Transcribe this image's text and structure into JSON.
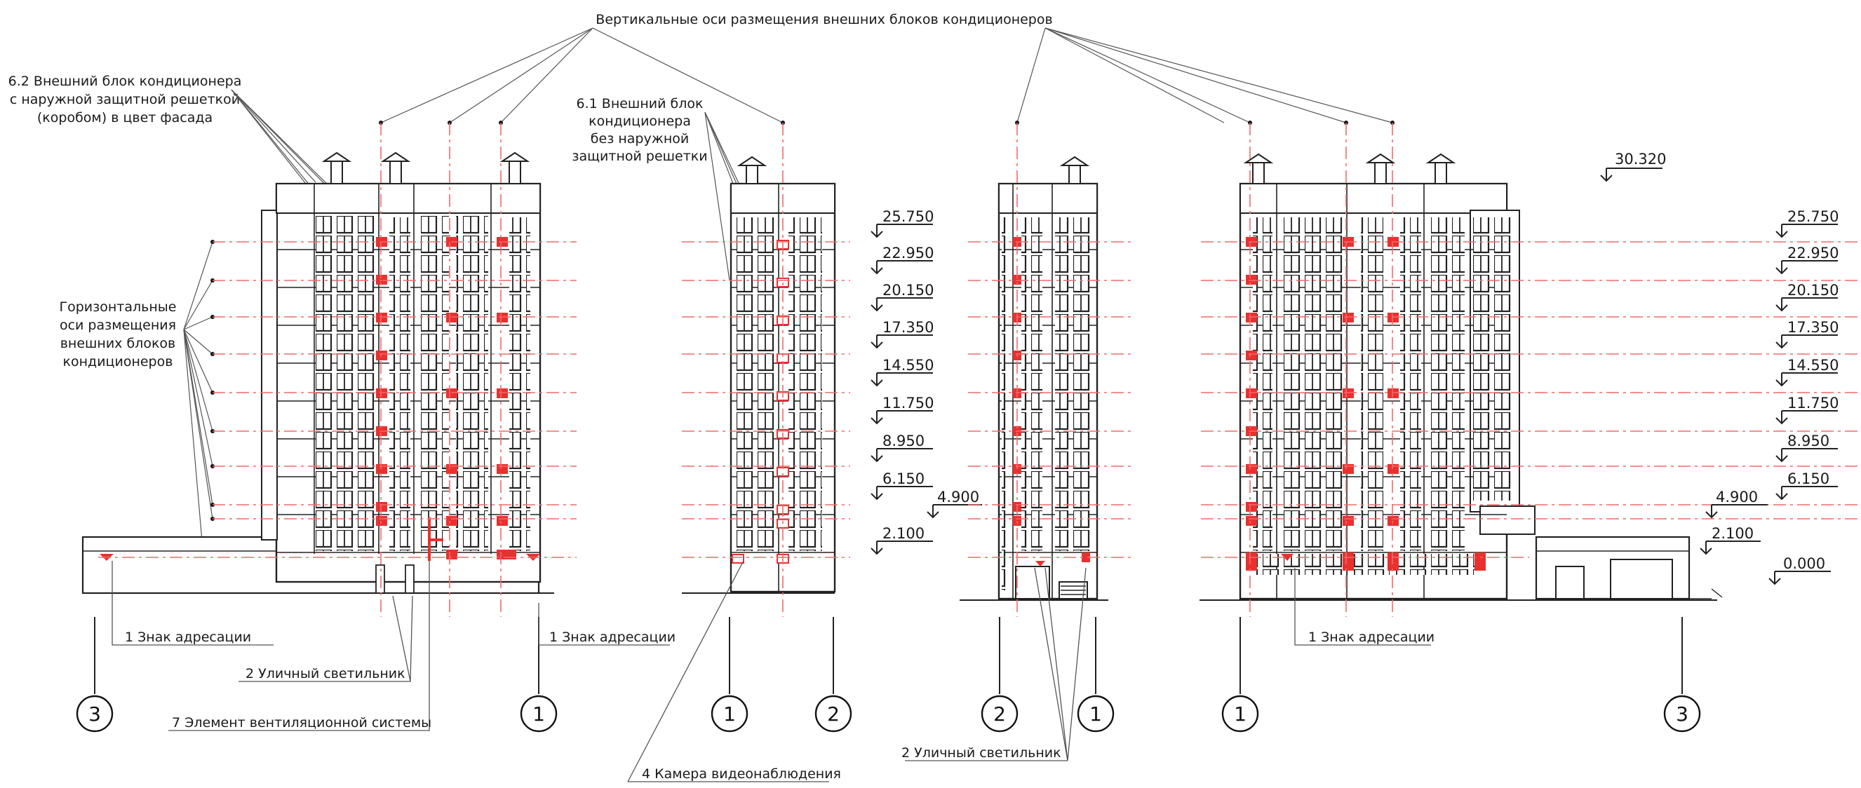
{
  "title": "Вертикальные оси размещения внешних блоков кондиционеров",
  "labels": {
    "unit_62": [
      "6.2 Внешний блок кондиционера",
      "с наружной защитной решеткой",
      "(коробом) в цвет фасада"
    ],
    "unit_61": [
      "6.1 Внешний блок",
      "кондиционера",
      "без наружной",
      "защитной решетки"
    ],
    "horizontal_axes": [
      "Горизонтальные",
      "оси размещения",
      "внешних блоков",
      "кондиционеров"
    ],
    "address_sign": "1 Знак адресации",
    "street_light": "2 Уличный светильник",
    "ventilation": "7 Элемент вентиляционной системы",
    "camera": "4 Камера видеонаблюдения"
  },
  "levels_main": [
    "25.750",
    "22.950",
    "20.150",
    "17.350",
    "14.550",
    "11.750",
    "8.950",
    "6.150",
    "2.100"
  ],
  "level_side": "4.900",
  "level_top": "30.320",
  "level_ground": "0.000",
  "axes": {
    "e1": [
      "3",
      "1"
    ],
    "e2": [
      "1",
      "2"
    ],
    "e3": [
      "2",
      "1"
    ],
    "e4": [
      "1",
      "3"
    ]
  },
  "colors": {
    "line": "#1a1a1a",
    "accent": "#e8312f",
    "guide": "#f06a6a"
  }
}
